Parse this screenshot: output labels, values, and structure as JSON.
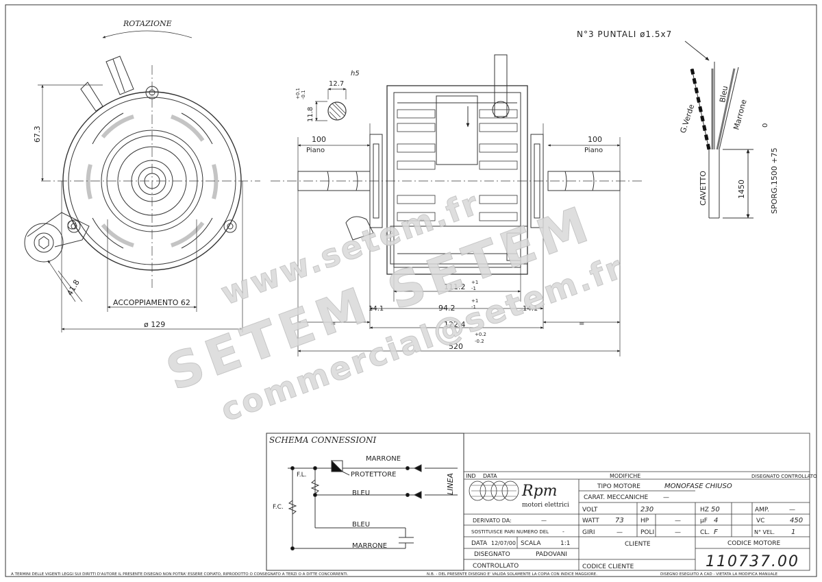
{
  "labels": {
    "rotation": "ROTAZIONE",
    "pins": "N°3 PUNTALI ø1.5x7",
    "tol_h5": "h5",
    "shaft_dia": "12.7",
    "tol_top": "+0.1",
    "tol_bot": "-0.1",
    "shaft_flat": "11.8",
    "dim_67": "67.3",
    "dim_41": "41.8",
    "coupling": "ACCOPPIAMENTO 62",
    "diameter": "ø 129",
    "dim_100_left": "100",
    "dim_100_right": "100",
    "piano_left": "Piano",
    "piano_right": "Piano",
    "dim_111": "111.2",
    "tol_111_a": "+1",
    "tol_111_b": "-1",
    "dim_94": "94.2",
    "tol_94_a": "+1",
    "tol_94_b": "-1",
    "dim_14_left": "14.1",
    "dim_14_right": "14.1",
    "eq_left": "=",
    "eq_right": "=",
    "dim_122": "122.4",
    "tol_122_a": "+0.2",
    "tol_122_b": "-0.2",
    "dim_520": "520",
    "wire_gv": "G.Verde",
    "wire_bleu": "Bleu",
    "wire_marrone": "Marrone",
    "cable": "CAVETTO",
    "dim_1450": "1450",
    "sporg": "SPORG.1500 +75",
    "sporg_zero": "0"
  },
  "schema": {
    "title": "SCHEMA CONNESSIONI",
    "marrone_top": "MARRONE",
    "protettore": "PROTETTORE",
    "fl": "F.L.",
    "fc": "F.C.",
    "bleu_mid": "BLEU",
    "bleu_low": "BLEU",
    "marrone_bottom": "MARRONE",
    "linea": "LINEA"
  },
  "titleblock": {
    "ind": "IND",
    "data_hdr": "DATA",
    "modifiche": "MODIFICHE",
    "disegnato_controllato": "DISEGNATO CONTROLLATO",
    "logo_word": "Rpm",
    "logo_sub": "motori elettrici",
    "tipo_motore_lbl": "TIPO MOTORE",
    "tipo_motore_val": "MONOFASE CHIUSO",
    "carat_lbl": "CARAT. MECCANICHE",
    "carat_val": "—",
    "volt_lbl": "VOLT",
    "volt_val": "230",
    "hz_lbl": "HZ",
    "hz_val": "50",
    "amp_lbl": "AMP.",
    "amp_val": "—",
    "watt_lbl": "WATT",
    "watt_val": "73",
    "hp_lbl": "HP",
    "hp_val": "—",
    "uf_lbl": "µF",
    "uf_val": "4",
    "vc_lbl": "VC",
    "vc_val": "450",
    "giri_lbl": "GIRI",
    "giri_val": "—",
    "poli_lbl": "POLI",
    "poli_val": "—",
    "cl_lbl": "CL.",
    "cl_val": "F",
    "nvel_lbl": "N° VEL.",
    "nvel_val": "1",
    "derivato_lbl": "DERIVATO DA:",
    "derivato_val": "—",
    "sostituisce_lbl": "SOSTITUISCE PARI NUMERO DEL",
    "sostituisce_val": "-",
    "data_lbl": "DATA",
    "data_val": "12/07/00",
    "scala_lbl": "SCALA",
    "scala_val": "1:1",
    "disegnato_lbl": "DISEGNATO",
    "disegnato_val": "PADOVANI",
    "controllato_lbl": "CONTROLLATO",
    "cliente_lbl": "CLIENTE",
    "codice_cliente_lbl": "CODICE CLIENTE",
    "codice_motore_lbl": "CODICE MOTORE",
    "codice_motore_val": "110737.00"
  },
  "footer": {
    "left": "A TERMINI DELLE VIGENTI LEGGI SUI DIRITTI D'AUTORE IL PRESENTE DISEGNO NON POTRA' ESSERE COPIATO, RIPRODOTTO O CONSEGNATO A TERZI O A DITTE CONCORRENTI.",
    "mid": "N.B. - DEL PRESENTE DISEGNO E' VALIDA SOLAMENTE LA COPIA CON INDICE MAGGIORE.",
    "right": "DISEGNO ESEGUITO A CAD - VIETATA LA MODIFICA MANUALE"
  },
  "watermark": {
    "line1": "www.setem.fr",
    "line2": "SETEM  SETEM",
    "line3": "commercial@setem.fr"
  },
  "colors": {
    "ink": "#222222",
    "watermark": "#d9d9d9",
    "watermark_edge": "#bdbdbd"
  }
}
